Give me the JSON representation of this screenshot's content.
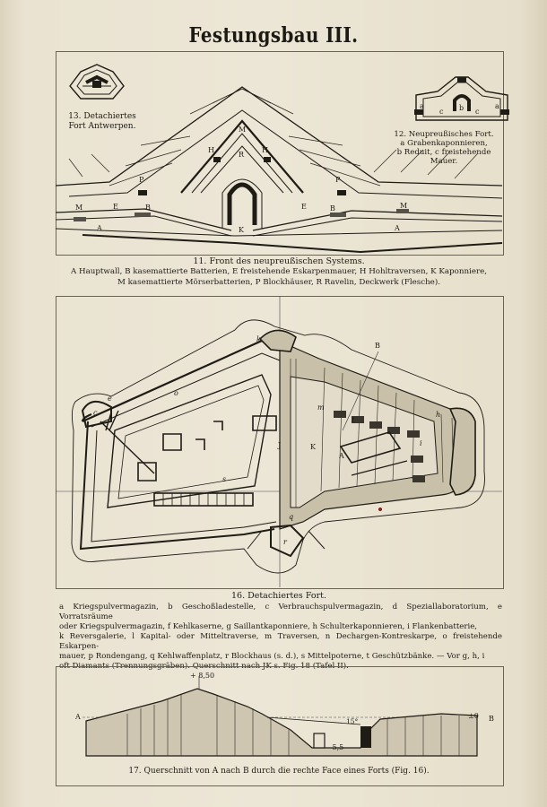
{
  "page": {
    "title": "Festungsbau III."
  },
  "fig13": {
    "caption_line1": "13. Detachiertes",
    "caption_line2": "Fort Antwerpen."
  },
  "fig12": {
    "line1": "12. Neupreußisches Fort.",
    "line2": "a Grabenkaponnieren,",
    "line3": "b Reduit, c freistehende",
    "line4": "Mauer."
  },
  "fig11": {
    "caption": "11. Front des neupreußischen Systems.",
    "legend_line1": "A Hauptwall, B kasemattierte Batterien, E freistehende Eskarpenmauer, H Hohltraversen, K Kaponniere,",
    "legend_line2": "M kasemattierte Mörserbatterien, P Blockhäuser, R Ravelin, Deckwerk (Flesche).",
    "labels": {
      "A1": "A",
      "A2": "A",
      "M1": "M",
      "E1": "E",
      "B1": "B",
      "P1": "P",
      "H1": "H",
      "M2": "M",
      "R": "R",
      "H2": "H",
      "K": "K",
      "P2": "P",
      "E2": "E",
      "B2": "B",
      "M3": "M"
    }
  },
  "fig12_labels": {
    "a1": "a",
    "c": "c",
    "b": "b",
    "c2": "c",
    "a2": "a"
  },
  "fig16": {
    "caption": "16. Detachiertes Fort.",
    "legend_line1": "a Kriegspulvermagazin, b Geschoßladestelle, c Verbrauchspulvermagazin, d Speziallaboratorium, e Vorratsräume",
    "legend_line2": "oder Kriegspulvermagazin, f Kehlkaserne, g Saillantkaponniere, h Schulterkaponnieren, i Flankenbatterie,",
    "legend_line3": "k Reversgalerie, l Kapital- oder Mitteltraverse, m Traversen, n Dechargen-Kontreskarpe, o freistehende Eskarpen-",
    "legend_line4": "mauer, p Rondengang, q Kehlwaffenplatz, r Blockhaus (s. d.), s Mittelpoterne, t Geschützbänke. — Vor g, h, i",
    "legend_line5": "oft Diamants (Trennungsgräben). Querschnitt nach JK s. Fig. 18 (Tafel II).",
    "labels": {
      "B": "B",
      "A": "A",
      "J": "J",
      "K": "K",
      "q": "q",
      "r": "r",
      "k": "k",
      "e": "e",
      "c": "c",
      "o": "o",
      "s": "s",
      "h": "h",
      "m": "m",
      "t": "t",
      "i": "i"
    }
  },
  "fig17": {
    "caption": "17. Querschnitt von A nach B durch die rechte Face eines Forts (Fig. 16).",
    "label_a": "A",
    "label_b": "B",
    "height_top": "+ 8,50",
    "height_zero": "±0",
    "depth": "— 5,5",
    "angle": "15°"
  }
}
